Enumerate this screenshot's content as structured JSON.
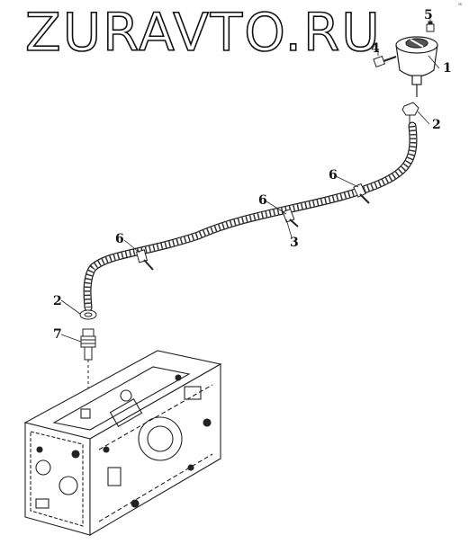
{
  "watermark": "ZURAVTO.RU",
  "corner_mark": "ꟹ",
  "callouts": {
    "c1": "1",
    "c2a": "2",
    "c2b": "2",
    "c3": "3",
    "c4": "4",
    "c5": "5",
    "c6a": "6",
    "c6b": "6",
    "c6c": "6",
    "c7": "7"
  }
}
